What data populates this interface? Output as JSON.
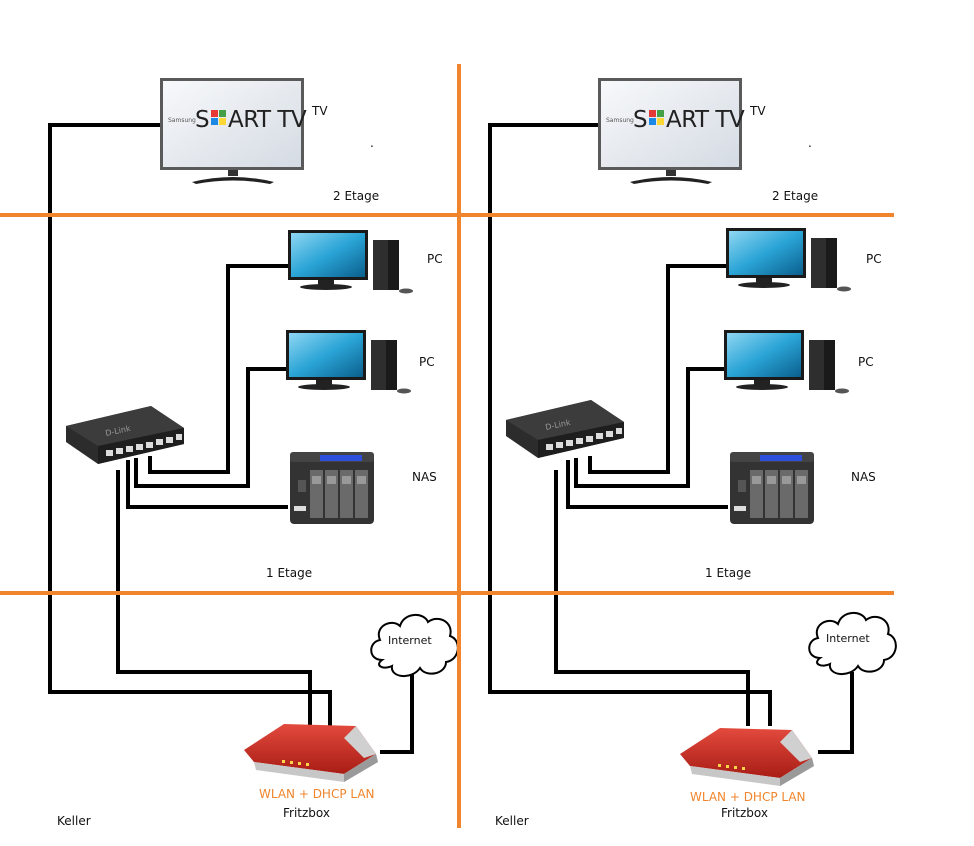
{
  "colors": {
    "floor_line": "#f0852d",
    "cable": "#000000",
    "router_red": "#cc2a20",
    "tv_screen": "#e9edf2",
    "monitor_screen": "#2aa4d6",
    "label_orange": "#f0852d"
  },
  "icons": [
    "smart-tv-icon",
    "pc-icon",
    "nas-icon",
    "switch-icon",
    "router-icon",
    "cloud-icon"
  ],
  "left": {
    "tv": {
      "brand": "Samsung",
      "logo": "SMART TV",
      "label": "TV",
      "dot": "."
    },
    "floor2": "2 Etage",
    "pc1": "PC",
    "pc2": "PC",
    "nas": "NAS",
    "switch_brand": "D-Link",
    "floor1": "1 Etage",
    "cloud": "Internet",
    "router_caption": "WLAN + DHCP LAN",
    "router_name": "Fritzbox",
    "basement": "Keller"
  },
  "right": {
    "tv": {
      "brand": "Samsung",
      "logo": "SMART TV",
      "label": "TV",
      "dot": "."
    },
    "floor2": "2 Etage",
    "pc1": "PC",
    "pc2": "PC",
    "nas": "NAS",
    "switch_brand": "D-Link",
    "floor1": "1 Etage",
    "cloud": "Internet",
    "router_caption": "WLAN + DHCP LAN",
    "router_name": "Fritzbox",
    "basement": "Keller"
  }
}
